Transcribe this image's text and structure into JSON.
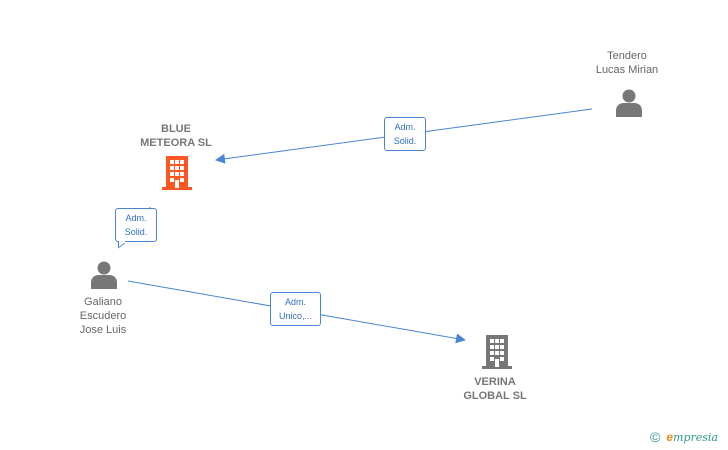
{
  "nodes": {
    "tendero": {
      "type": "person",
      "lines": [
        "Tendero",
        "Lucas Mirian"
      ]
    },
    "blue_meteora": {
      "type": "company",
      "lines": [
        "BLUE",
        "METEORA  SL"
      ],
      "color": "#ff5722"
    },
    "galiano": {
      "type": "person",
      "lines": [
        "Galiano",
        "Escudero",
        "Jose Luis"
      ]
    },
    "verina": {
      "type": "company",
      "lines": [
        "VERINA",
        "GLOBAL  SL"
      ],
      "color": "#777777"
    }
  },
  "edges": [
    {
      "from": "tendero",
      "to": "blue_meteora",
      "label": [
        "Adm.",
        "Solid."
      ]
    },
    {
      "from": "galiano",
      "to": "blue_meteora",
      "label": [
        "Adm.",
        "Solid."
      ]
    },
    {
      "from": "galiano",
      "to": "verina",
      "label": [
        "Adm.",
        "Unico,..."
      ]
    }
  ],
  "colors": {
    "edge": "#4a86d4",
    "person_icon": "#777777"
  },
  "brand": {
    "copyright": "©",
    "initial": "e",
    "name": "mpresia"
  }
}
